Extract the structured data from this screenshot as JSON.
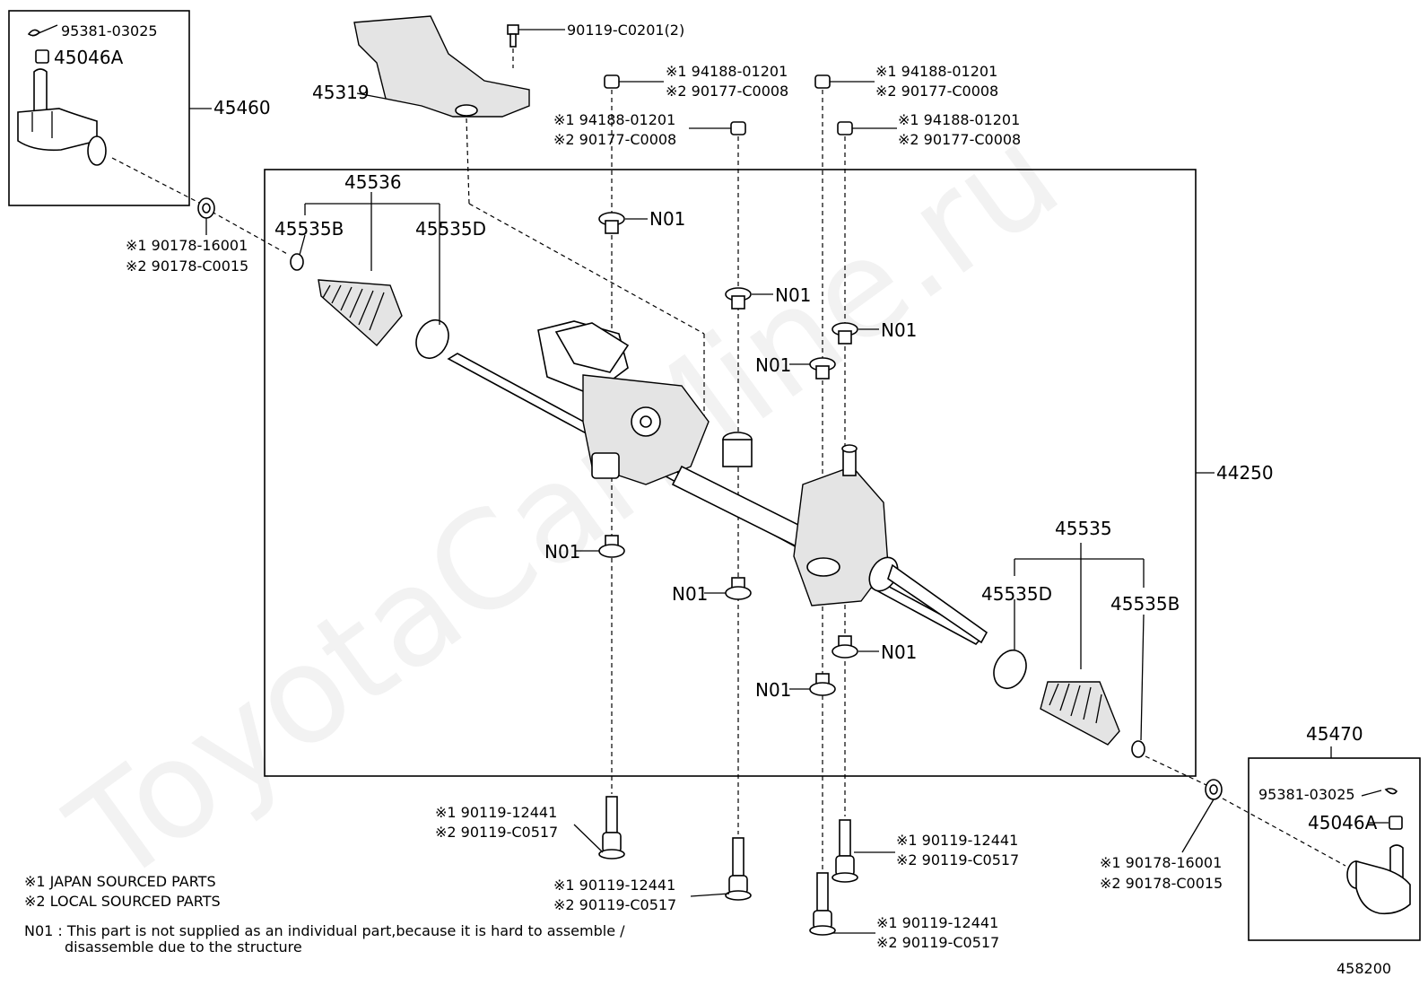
{
  "watermark": "ToyotaCarMine.ru",
  "diagram_number": "458200",
  "labels": {
    "p95381_left": "95381-03025",
    "p45046a_left": "45046A",
    "p45460": "45460",
    "p90178_left_1": "※1 90178-16001",
    "p90178_left_2": "※2 90178-C0015",
    "p45319": "45319",
    "p90119_c0201": "90119-C0201(2)",
    "nut_top_1a": "※1 94188-01201",
    "nut_top_1b": "※2 90177-C0008",
    "nut_top_2a": "※1 94188-01201",
    "nut_top_2b": "※2 90177-C0008",
    "nut_top_3a": "※1 94188-01201",
    "nut_top_3b": "※2 90177-C0008",
    "nut_top_4a": "※1 94188-01201",
    "nut_top_4b": "※2 90177-C0008",
    "p45536": "45536",
    "p45535b_left": "45535B",
    "p45535d_left": "45535D",
    "n01": "N01",
    "p44250": "44250",
    "p45535": "45535",
    "p45535d_right": "45535D",
    "p45535b_right": "45535B",
    "p45470": "45470",
    "p95381_right": "95381-03025",
    "p45046a_right": "45046A",
    "p90178_right_1": "※1 90178-16001",
    "p90178_right_2": "※2 90178-C0015",
    "bolt_1a": "※1 90119-12441",
    "bolt_1b": "※2 90119-C0517",
    "bolt_2a": "※1 90119-12441",
    "bolt_2b": "※2 90119-C0517",
    "bolt_3a": "※1 90119-12441",
    "bolt_3b": "※2 90119-C0517",
    "bolt_4a": "※1 90119-12441",
    "bolt_4b": "※2 90119-C0517"
  },
  "notes": {
    "japan": "※1 JAPAN SOURCED PARTS",
    "local": "※2 LOCAL SOURCED PARTS",
    "n01_line1": "N01 : This part is not supplied as an individual part,because it is hard to assemble /",
    "n01_line2": "disassemble due to the structure"
  }
}
